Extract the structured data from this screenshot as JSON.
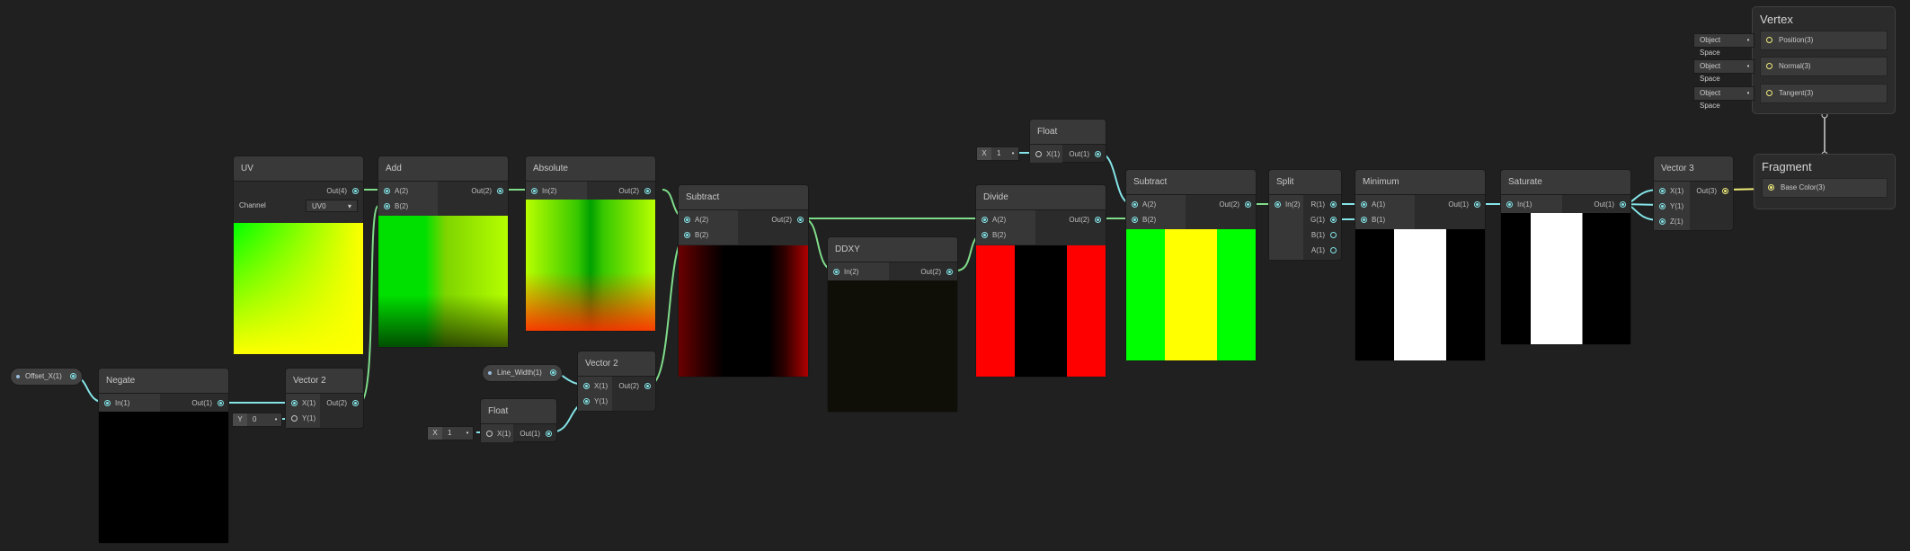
{
  "nodes": {
    "uv": {
      "title": "UV",
      "out": "Out(4)",
      "channel_label": "Channel",
      "channel_value": "UV0"
    },
    "add": {
      "title": "Add",
      "in_a": "A(2)",
      "in_b": "B(2)",
      "out": "Out(2)"
    },
    "absolute": {
      "title": "Absolute",
      "in": "In(2)",
      "out": "Out(2)"
    },
    "subtract1": {
      "title": "Subtract",
      "in_a": "A(2)",
      "in_b": "B(2)",
      "out": "Out(2)"
    },
    "ddxy": {
      "title": "DDXY",
      "in": "In(2)",
      "out": "Out(2)"
    },
    "divide": {
      "title": "Divide",
      "in_a": "A(2)",
      "in_b": "B(2)",
      "out": "Out(2)"
    },
    "float_top": {
      "title": "Float",
      "in": "X(1)",
      "out": "Out(1)",
      "field_label": "X",
      "field_value": "1"
    },
    "subtract2": {
      "title": "Subtract",
      "in_a": "A(2)",
      "in_b": "B(2)",
      "out": "Out(2)"
    },
    "split": {
      "title": "Split",
      "in": "In(2)",
      "out_r": "R(1)",
      "out_g": "G(1)",
      "out_b": "B(1)",
      "out_a": "A(1)"
    },
    "minimum": {
      "title": "Minimum",
      "in_a": "A(1)",
      "in_b": "B(1)",
      "out": "Out(1)"
    },
    "saturate": {
      "title": "Saturate",
      "in": "In(1)",
      "out": "Out(1)"
    },
    "vector3": {
      "title": "Vector 3",
      "in_x": "X(1)",
      "in_y": "Y(1)",
      "in_z": "Z(1)",
      "out": "Out(3)"
    },
    "negate": {
      "title": "Negate",
      "in": "In(1)",
      "out": "Out(1)"
    },
    "vector2_a": {
      "title": "Vector 2",
      "in_x": "X(1)",
      "in_y": "Y(1)",
      "out": "Out(2)",
      "field_label": "Y",
      "field_value": "0"
    },
    "vector2_b": {
      "title": "Vector 2",
      "in_x": "X(1)",
      "in_y": "Y(1)",
      "out": "Out(2)"
    },
    "float_bottom": {
      "title": "Float",
      "in": "X(1)",
      "out": "Out(1)",
      "field_label": "X",
      "field_value": "1"
    }
  },
  "properties": {
    "offset_x": "Offset_X(1)",
    "line_width": "Line_Width(1)"
  },
  "master": {
    "vertex": {
      "title": "Vertex",
      "slots": [
        {
          "space": "Object Space",
          "label": "Position(3)"
        },
        {
          "space": "Object Space",
          "label": "Normal(3)"
        },
        {
          "space": "Object Space",
          "label": "Tangent(3)"
        }
      ]
    },
    "fragment": {
      "title": "Fragment",
      "slot": "Base Color(3)"
    }
  },
  "colors": {
    "background": "#202020",
    "wire_vec": "#7fdc8a",
    "wire_float": "#84e4e7",
    "wire_vec3": "#f0ec7a",
    "node_header": "#393939"
  },
  "icons": {
    "port": "port-dot-icon",
    "dropdown": "chevron-down-icon",
    "property": "property-dot-icon"
  }
}
